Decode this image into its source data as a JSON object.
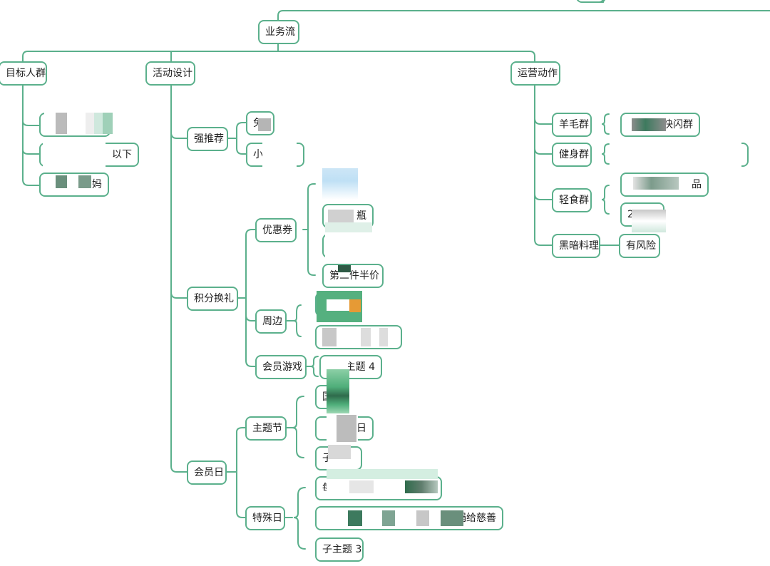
{
  "colors": {
    "line": "#5bb08c",
    "accent_dark": "#3d7a5e",
    "accent_light": "#cfe8dd",
    "orange": "#e69a35"
  },
  "nodes": {
    "business_flow": "业务流",
    "target_users": "目标人群",
    "activity_design": "活动设计",
    "operations": "运营动作",
    "target_1": "",
    "target_2": "以下",
    "target_3": "妈",
    "strong_recommend": "强推荐",
    "sr_1": "免",
    "sr_2": "小",
    "points_exchange": "积分换礼",
    "coupon": "优惠券",
    "coupon_1": "",
    "coupon_2": "瓶",
    "coupon_3": "",
    "coupon_4": "第二件半价",
    "merch": "周边",
    "merch_1": "",
    "merch_2": "",
    "member_game": "会员游戏",
    "game_1": "子主题 4",
    "member_day": "会员日",
    "theme_fest": "主题节",
    "theme_1": "国",
    "theme_2": "日",
    "theme_3": "子",
    "special_day": "特殊日",
    "special_1": "每",
    "special_2": "捐给慈善",
    "special_3": "子主题 3",
    "wool_group": "羊毛群",
    "wool_1": "快闪群",
    "fitness_group": "健身群",
    "fitness_1": "",
    "light_meal_group": "轻食群",
    "light_1": "品",
    "light_2": "2",
    "dark_cuisine": "黑暗料理",
    "dark_1": "有风险"
  }
}
